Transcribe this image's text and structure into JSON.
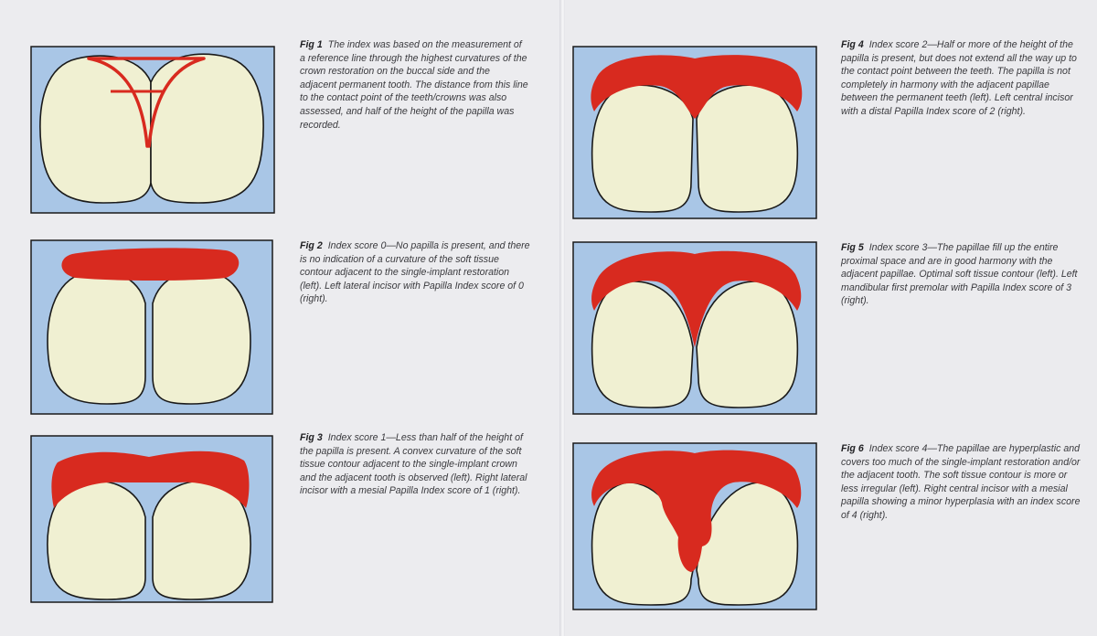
{
  "figures": [
    {
      "id": "fig1",
      "label": "Fig 1",
      "text": "The index was based on the measurement of a reference line through the highest curvatures of the crown restoration on the buccal side and the adjacent permanent tooth. The distance from this line to the contact point of the teeth/crowns was also assessed, and half of the height of the papilla was recorded.",
      "index_score": null
    },
    {
      "id": "fig2",
      "label": "Fig 2",
      "text": "Index score 0—No papilla is present, and there is no indication of a curvature of the soft tissue contour adjacent to the single-implant restoration (left). Left lateral incisor with Papilla Index score of 0 (right).",
      "index_score": 0
    },
    {
      "id": "fig3",
      "label": "Fig 3",
      "text": "Index score 1—Less than half of the height of the papilla is present. A convex curvature of the soft tissue contour adjacent to the single-implant crown and the adjacent tooth is observed (left). Right lateral incisor with a mesial Papilla Index score of 1 (right).",
      "index_score": 1
    },
    {
      "id": "fig4",
      "label": "Fig 4",
      "text": "Index score 2—Half or more of the height of the papilla is present, but does not extend all the way up to the contact point between the teeth. The papilla is not completely in harmony with the adjacent papillae between the permanent teeth (left). Left central incisor with a distal Papilla Index score of 2 (right).",
      "index_score": 2
    },
    {
      "id": "fig5",
      "label": "Fig 5",
      "text": "Index score 3—The papillae fill up the entire proximal space and are in good harmony with the adjacent papillae. Optimal soft tissue contour (left). Left mandibular first premolar with Papilla Index score of 3 (right).",
      "index_score": 3
    },
    {
      "id": "fig6",
      "label": "Fig 6",
      "text": "Index score 4—The papillae are hyperplastic and covers too much of the single-implant restoration and/or the adjacent tooth. The soft tissue contour is more or less irregular (left). Right central incisor with a mesial papilla showing a minor hyperplasia with an index score of 4 (right).",
      "index_score": 4
    }
  ],
  "colors": {
    "background_blue": "#a9c6e6",
    "tooth": "#f0f0d2",
    "gingiva": "#d82a1f",
    "outline": "#1a1a1a",
    "page": "#ececef"
  }
}
